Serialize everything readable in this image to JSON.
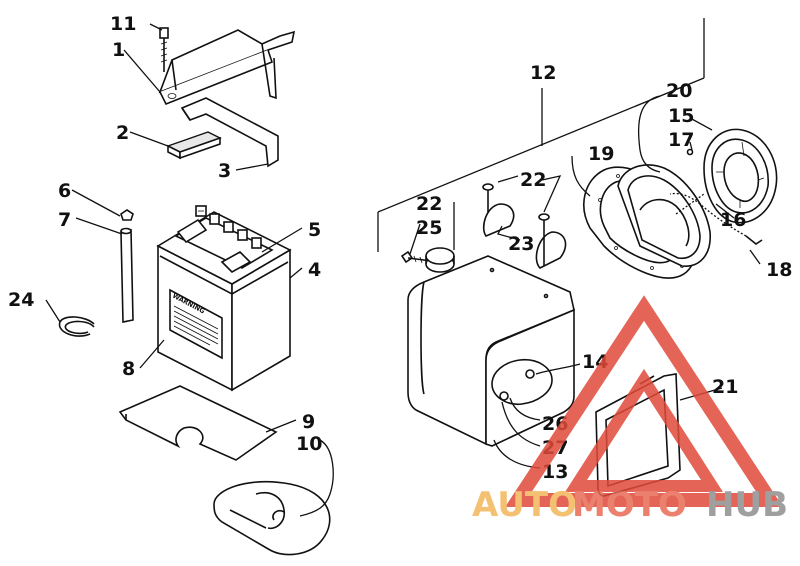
{
  "callouts": {
    "c1": "1",
    "c2": "2",
    "c3": "3",
    "c4": "4",
    "c5": "5",
    "c6": "6",
    "c7": "7",
    "c8": "8",
    "c9": "9",
    "c10": "10",
    "c11": "11",
    "c12": "12",
    "c13": "13",
    "c14": "14",
    "c15": "15",
    "c16": "16",
    "c17": "17",
    "c18": "18",
    "c19": "19",
    "c20": "20",
    "c21": "21",
    "c22a": "22",
    "c22b": "22",
    "c23": "23",
    "c24": "24",
    "c25": "25",
    "c26": "26",
    "c27": "27"
  },
  "battery_label": "WARNING",
  "watermark": {
    "text_auto": "AUTO",
    "text_moto": "MOTO",
    "text_hub": "HUB",
    "colors": {
      "triangle": "#e04a3a",
      "auto": "#f3b75b",
      "moto": "#e96a55",
      "hub": "#8f8f8f"
    }
  }
}
